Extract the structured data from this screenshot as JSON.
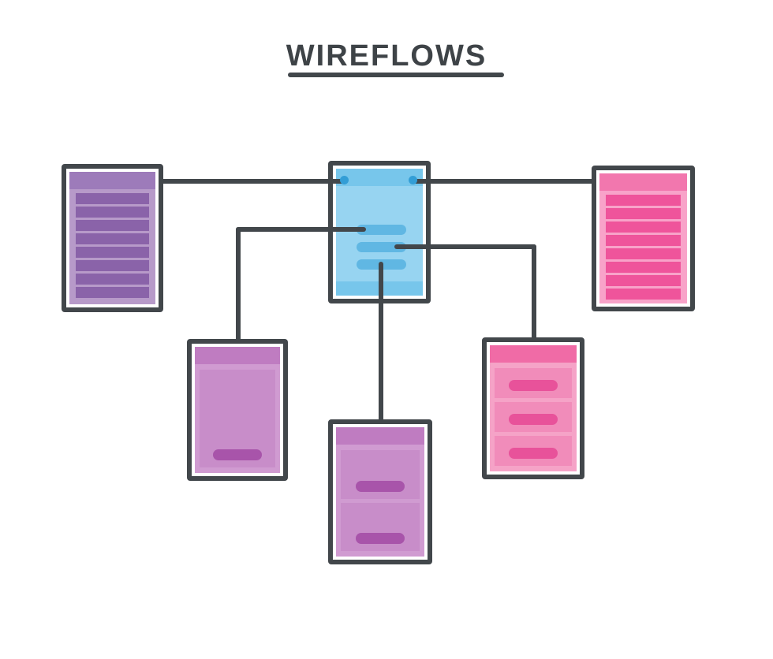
{
  "page": {
    "background": "#ffffff"
  },
  "title": {
    "text": "WIREFLOWS",
    "color": "#3e4347",
    "underlined": true
  },
  "diagram": {
    "stroke_color": "#42474b",
    "boxes": [
      {
        "id": "screen-list-purple",
        "type": "list",
        "rows": 8,
        "palette": {
          "fill": "#b79ac9",
          "header": "#9d7bba",
          "item": "#8a63a9"
        }
      },
      {
        "id": "screen-main-blue",
        "type": "detail",
        "text_lines": 3,
        "connector_dots": 2,
        "palette": {
          "fill": "#97d4f1",
          "header": "#77c6eb",
          "item": "#60b7e3",
          "dot": "#339ed6"
        }
      },
      {
        "id": "screen-list-pink",
        "type": "list",
        "rows": 8,
        "palette": {
          "fill": "#f8a3c9",
          "header": "#f277ae",
          "item": "#ef549b"
        }
      },
      {
        "id": "screen-card-orchid",
        "type": "cards",
        "cards": 1,
        "palette": {
          "fill": "#d09bd1",
          "header": "#bf7cc1",
          "card": "#c88dc9",
          "pill": "#a854aa"
        }
      },
      {
        "id": "screen-cards-orchid",
        "type": "cards",
        "cards": 2,
        "palette": {
          "fill": "#d09bd1",
          "header": "#bf7cc1",
          "card": "#c88dc9",
          "pill": "#a854aa"
        }
      },
      {
        "id": "screen-cards-pink",
        "type": "cards",
        "cards": 3,
        "palette": {
          "fill": "#f5a3c7",
          "header": "#f06ba6",
          "card": "#f18cba",
          "pill": "#e8529a"
        }
      }
    ],
    "connectors": [
      {
        "from": "screen-main-blue",
        "to": "screen-list-purple"
      },
      {
        "from": "screen-main-blue",
        "to": "screen-list-pink"
      },
      {
        "from": "screen-main-blue",
        "to": "screen-card-orchid"
      },
      {
        "from": "screen-main-blue",
        "to": "screen-cards-orchid"
      },
      {
        "from": "screen-main-blue",
        "to": "screen-cards-pink"
      }
    ]
  }
}
